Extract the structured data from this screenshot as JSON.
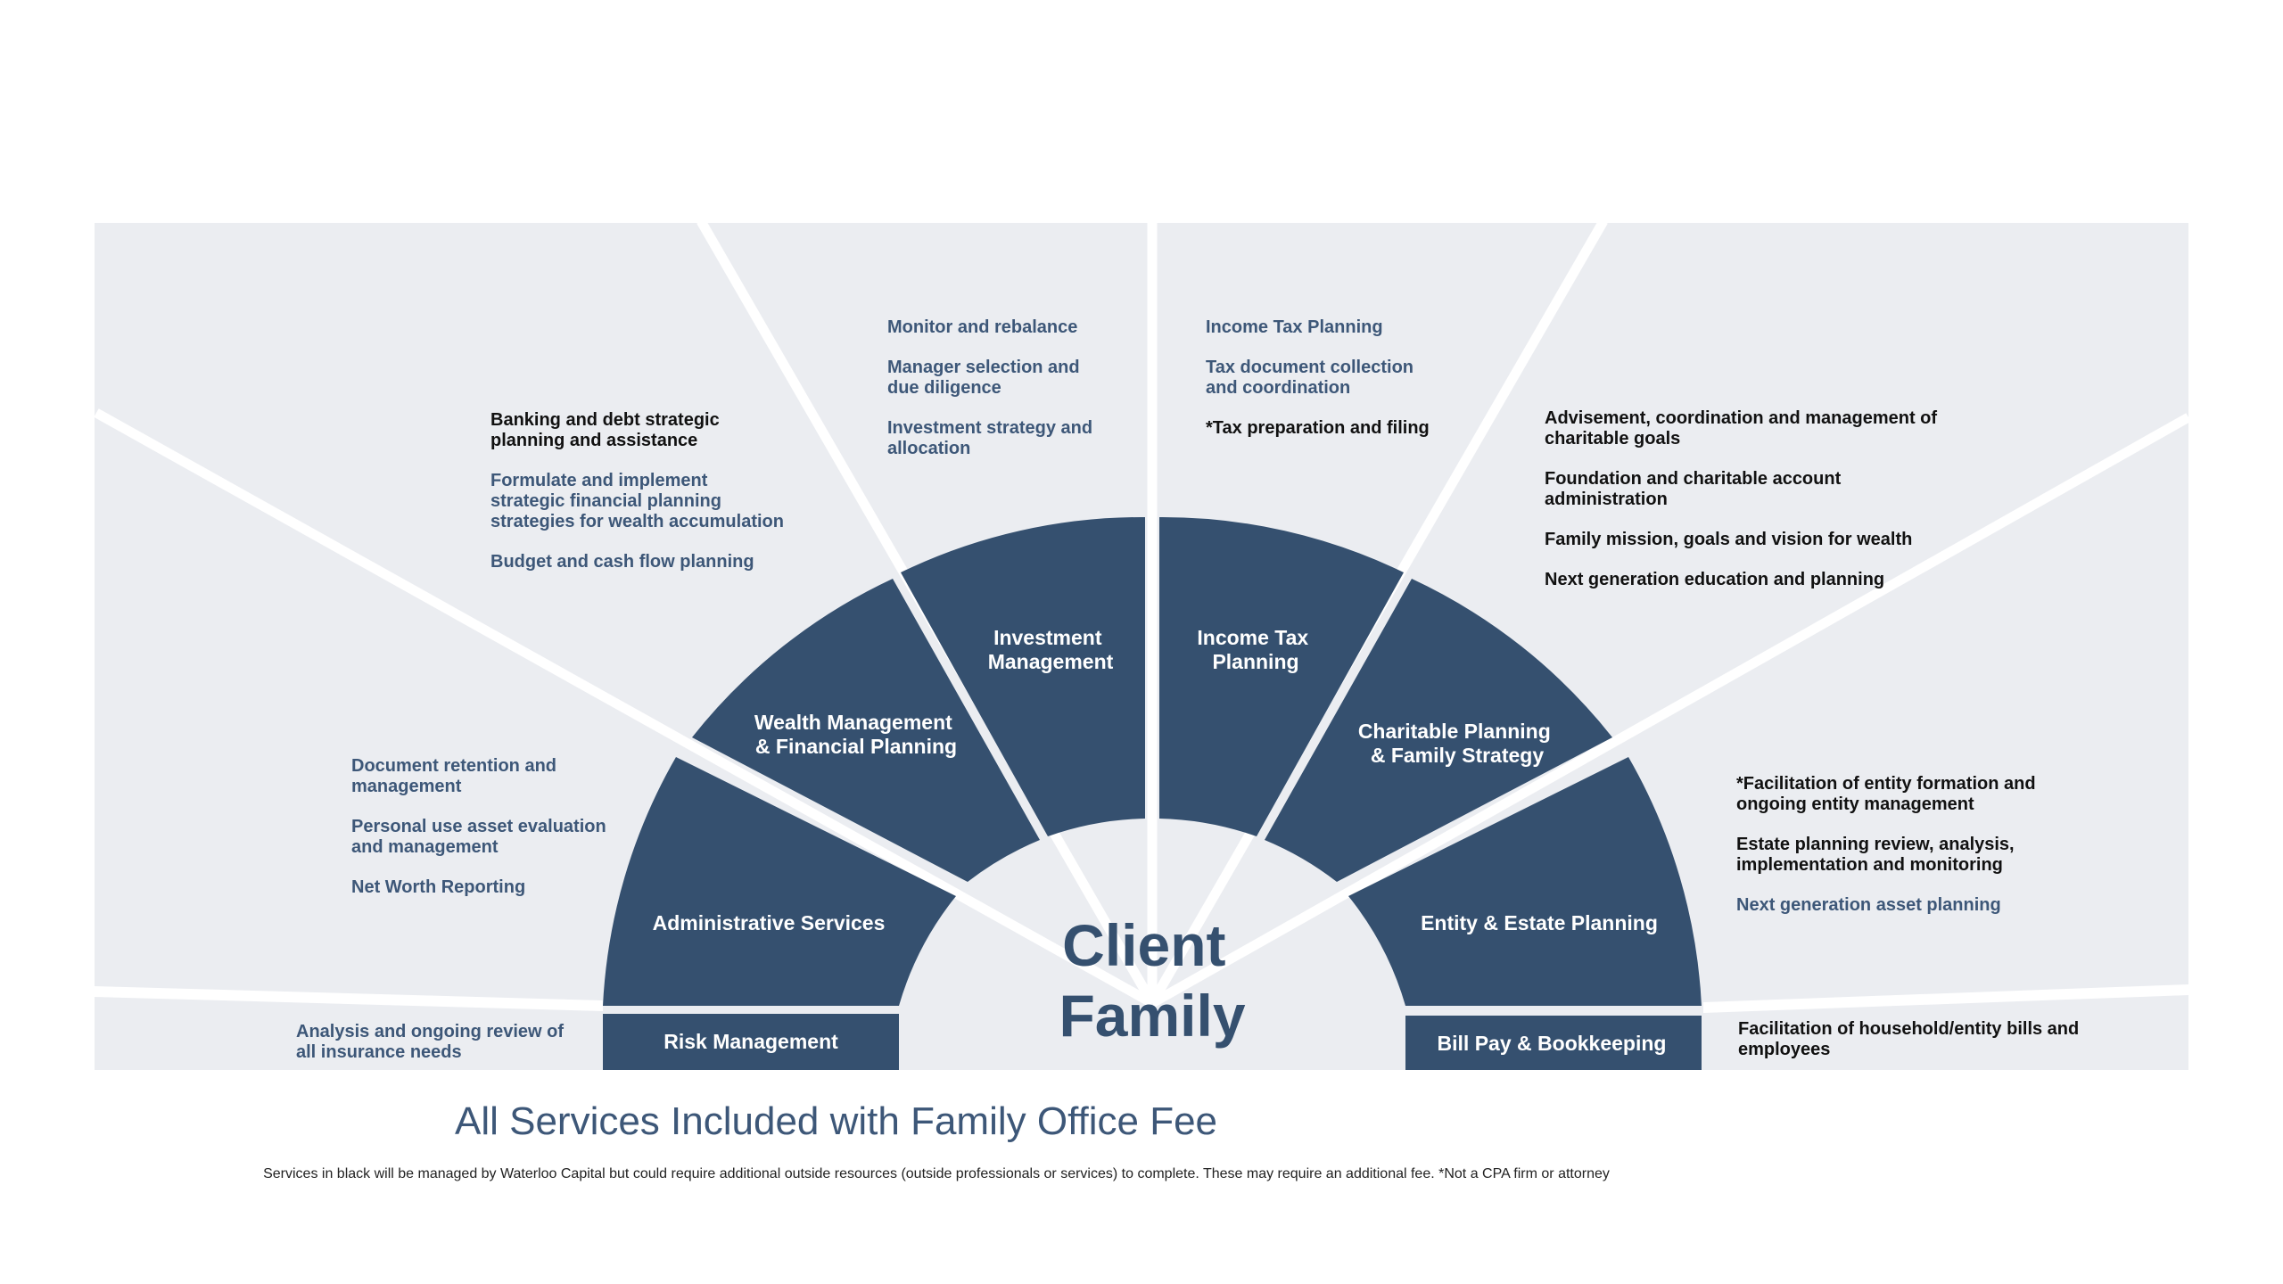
{
  "center": {
    "line1": "Client",
    "line2": "Family"
  },
  "segments": {
    "risk": [
      "Risk Management"
    ],
    "admin": [
      "Administrative Services"
    ],
    "wealth": [
      "Wealth Management",
      "& Financial Planning"
    ],
    "investment": [
      "Investment",
      "Management"
    ],
    "income_tax": [
      "Income Tax",
      "Planning"
    ],
    "charitable": [
      "Charitable Planning",
      "& Family Strategy"
    ],
    "entity": [
      "Entity & Estate Planning"
    ],
    "billpay": [
      "Bill Pay & Bookkeeping"
    ]
  },
  "services": {
    "risk": [
      {
        "text": "Analysis and ongoing review of all insurance needs",
        "color": "blue"
      }
    ],
    "admin": [
      {
        "text": "Document retention and management",
        "color": "blue"
      },
      {
        "text": "Personal use asset evaluation and management",
        "color": "blue"
      },
      {
        "text": "Net Worth Reporting",
        "color": "blue"
      }
    ],
    "wealth": [
      {
        "text": "Banking and debt strategic planning and assistance",
        "color": "black"
      },
      {
        "text": "Formulate and implement strategic financial planning strategies for wealth accumulation",
        "color": "blue"
      },
      {
        "text": "Budget and cash flow planning",
        "color": "blue"
      }
    ],
    "investment": [
      {
        "text": "Monitor and rebalance",
        "color": "blue"
      },
      {
        "text": "Manager selection and due diligence",
        "color": "blue"
      },
      {
        "text": "Investment strategy and allocation",
        "color": "blue"
      }
    ],
    "income_tax": [
      {
        "text": "Income Tax Planning",
        "color": "blue"
      },
      {
        "text": "Tax document collection and coordination",
        "color": "blue"
      },
      {
        "text": "*Tax preparation and filing",
        "color": "black"
      }
    ],
    "charitable": [
      {
        "text": "Advisement, coordination and management of charitable goals",
        "color": "black"
      },
      {
        "text": "Foundation and charitable account administration",
        "color": "black"
      },
      {
        "text": "Family mission, goals and vision for wealth",
        "color": "black"
      },
      {
        "text": "Next generation education and planning",
        "color": "black"
      }
    ],
    "entity": [
      {
        "text": "*Facilitation of entity formation and ongoing entity management",
        "color": "black"
      },
      {
        "text": "Estate planning review, analysis, implementation and monitoring",
        "color": "black"
      },
      {
        "text": "Next generation asset planning",
        "color": "blue"
      }
    ],
    "billpay": [
      {
        "text": "Facilitation of household/entity bills and employees",
        "color": "black"
      }
    ]
  },
  "footer": {
    "title": "All Services Included with Family Office Fee",
    "note": "Services in black will be managed by Waterloo Capital but could require additional outside resources (outside professionals or services) to complete. These may require an additional fee. *Not a CPA firm or attorney"
  },
  "colors": {
    "panel_bg": "#ebedf1",
    "segment_fill": "#35506f",
    "service_blue": "#3d5778",
    "service_black": "#111111",
    "divider": "#ffffff"
  }
}
